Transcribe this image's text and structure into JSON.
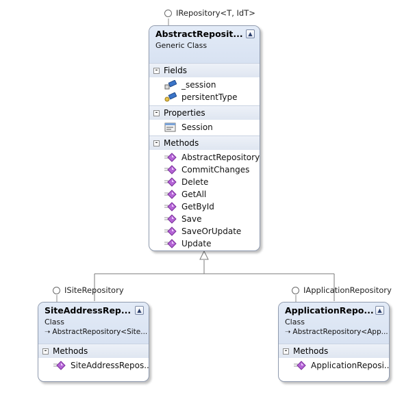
{
  "diagram": {
    "top_interface": "IRepository<T, IdT>",
    "abstract_class": {
      "name": "AbstractReposit...",
      "kind": "Generic Class",
      "sections": {
        "fields": {
          "title": "Fields",
          "items": [
            "_session",
            "persitentType"
          ]
        },
        "properties": {
          "title": "Properties",
          "items": [
            "Session"
          ]
        },
        "methods": {
          "title": "Methods",
          "items": [
            "AbstractRepository",
            "CommitChanges",
            "Delete",
            "GetAll",
            "GetById",
            "Save",
            "SaveOrUpdate",
            "Update"
          ]
        }
      }
    },
    "left_interface": "ISiteRepository",
    "left_class": {
      "name": "SiteAddressRep...",
      "kind": "Class",
      "base": "AbstractRepository<Site...",
      "methods_title": "Methods",
      "methods": [
        "SiteAddressRepos..."
      ]
    },
    "right_interface": "IApplicationRepository",
    "right_class": {
      "name": "ApplicationRepo...",
      "kind": "Class",
      "base": "AbstractRepository<App...",
      "methods_title": "Methods",
      "methods": [
        "ApplicationReposi..."
      ]
    },
    "icons": {
      "collapse": "double-chevron-up-icon",
      "field_private": "private-field-icon",
      "field_protected": "protected-field-icon",
      "property": "property-icon",
      "method": "method-icon",
      "inheritance": "inheritance-arrow-icon"
    },
    "colors": {
      "header": "#dce5f4",
      "border": "#8f9aae",
      "method": "#b565d6"
    }
  }
}
